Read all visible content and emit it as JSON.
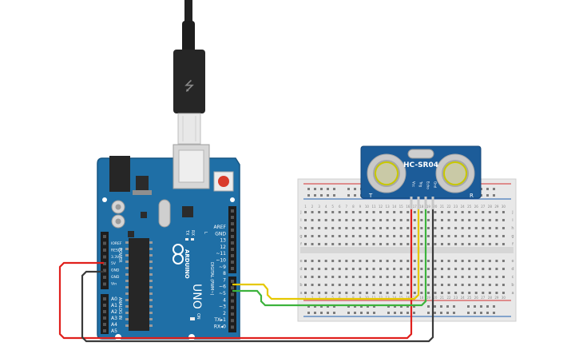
{
  "board": {
    "brand": "ARDUINO",
    "model": "UNO",
    "tx_label": "TX",
    "rx_label": "RX",
    "l_label": "L",
    "on_label": "ON",
    "power_label": "POWER",
    "analog_label": "ANALOG IN",
    "digital_label": "DIGITAL (PWM~)",
    "power_pins": [
      "IOREF",
      "RESET",
      "3.3V",
      "5V",
      "GND",
      "GND",
      "Vin"
    ],
    "analog_pins": [
      "A0",
      "A1",
      "A2",
      "A3",
      "A4",
      "A5"
    ],
    "digital_pins": [
      "AREF",
      "GND",
      "13",
      "12",
      "~11",
      "~10",
      "~9",
      "8",
      "7",
      "~6",
      "~5",
      "4",
      "~3",
      "2",
      "TX▸1",
      "RX◂0"
    ]
  },
  "sensor": {
    "model": "HC-SR04",
    "pins": [
      "Vcc",
      "Trig",
      "Echo",
      "Gnd"
    ],
    "left_mark": "T",
    "right_mark": "R"
  },
  "breadboard": {
    "columns": [
      "1",
      "2",
      "3",
      "4",
      "5",
      "6",
      "7",
      "8",
      "9",
      "10",
      "11",
      "12",
      "13",
      "14",
      "15",
      "16",
      "17",
      "18",
      "19",
      "20",
      "21",
      "22",
      "23",
      "24",
      "25",
      "26",
      "27",
      "28",
      "29",
      "30"
    ],
    "rows_top": [
      "j",
      "i",
      "h",
      "g",
      "f"
    ],
    "rows_bottom": [
      "e",
      "d",
      "c",
      "b",
      "a"
    ]
  },
  "wire_colors": {
    "power": "#e0201c",
    "ground": "#3a3a3a",
    "trig": "#e5c800",
    "echo": "#3db33d"
  },
  "colors": {
    "board": "#1f6fa6",
    "sensor": "#1c5c99",
    "usb_plug": "#222222"
  }
}
